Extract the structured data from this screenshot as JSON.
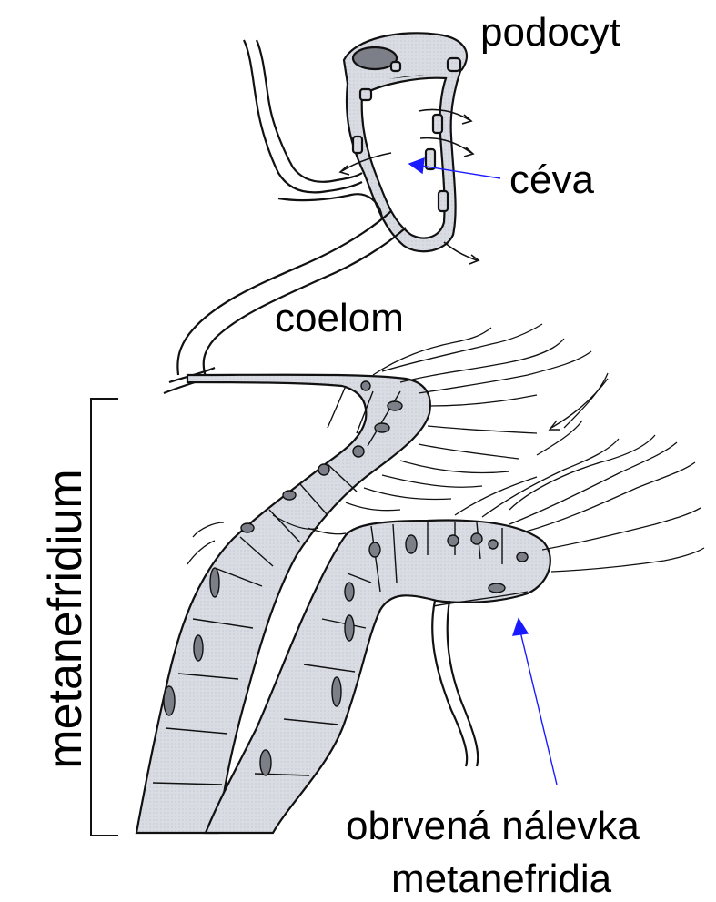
{
  "labels": {
    "podocyt": "podocyt",
    "ceva": "céva",
    "coelom": "coelom",
    "metanefridium": "metanefridium",
    "funnel_line1": "obrvená nálevka",
    "funnel_line2": "metanefridia"
  },
  "colors": {
    "tissue_fill": "#d9dbe3",
    "outline": "#111111",
    "nucleus": "#7c7f88",
    "pointer": "#1a1aff"
  }
}
